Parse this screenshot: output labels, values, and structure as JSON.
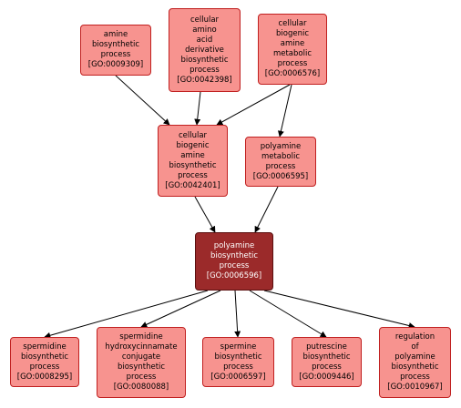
{
  "colors": {
    "node_fill": "#f7938f",
    "node_border": "#c02020",
    "focus_fill": "#9b2a2a",
    "focus_text": "#ffffff",
    "edge": "#000000"
  },
  "nodes": [
    {
      "id": "n_9309",
      "lines": [
        "amine",
        "biosynthetic",
        "process"
      ],
      "go_id": "[GO:0009309]"
    },
    {
      "id": "n_42398",
      "lines": [
        "cellular",
        "amino",
        "acid",
        "derivative",
        "biosynthetic",
        "process"
      ],
      "go_id": "[GO:0042398]"
    },
    {
      "id": "n_6576",
      "lines": [
        "cellular",
        "biogenic",
        "amine",
        "metabolic",
        "process"
      ],
      "go_id": "[GO:0006576]"
    },
    {
      "id": "n_42401",
      "lines": [
        "cellular",
        "biogenic",
        "amine",
        "biosynthetic",
        "process"
      ],
      "go_id": "[GO:0042401]"
    },
    {
      "id": "n_6595",
      "lines": [
        "polyamine",
        "metabolic",
        "process"
      ],
      "go_id": "[GO:0006595]"
    },
    {
      "id": "n_6596",
      "lines": [
        "polyamine",
        "biosynthetic",
        "process"
      ],
      "go_id": "[GO:0006596]",
      "focus": true
    },
    {
      "id": "n_8295",
      "lines": [
        "spermidine",
        "biosynthetic",
        "process"
      ],
      "go_id": "[GO:0008295]"
    },
    {
      "id": "n_80088",
      "lines": [
        "spermidine",
        "hydroxycinnamate",
        "conjugate",
        "biosynthetic",
        "process"
      ],
      "go_id": "[GO:0080088]"
    },
    {
      "id": "n_6597",
      "lines": [
        "spermine",
        "biosynthetic",
        "process"
      ],
      "go_id": "[GO:0006597]"
    },
    {
      "id": "n_9446",
      "lines": [
        "putrescine",
        "biosynthetic",
        "process"
      ],
      "go_id": "[GO:0009446]"
    },
    {
      "id": "n_10967",
      "lines": [
        "regulation",
        "of",
        "polyamine",
        "biosynthetic",
        "process"
      ],
      "go_id": "[GO:0010967]"
    }
  ],
  "edges": [
    {
      "from": "n_9309",
      "to": "n_42401"
    },
    {
      "from": "n_42398",
      "to": "n_42401"
    },
    {
      "from": "n_6576",
      "to": "n_42401"
    },
    {
      "from": "n_6576",
      "to": "n_6595"
    },
    {
      "from": "n_42401",
      "to": "n_6596"
    },
    {
      "from": "n_6595",
      "to": "n_6596"
    },
    {
      "from": "n_6596",
      "to": "n_8295"
    },
    {
      "from": "n_6596",
      "to": "n_80088"
    },
    {
      "from": "n_6596",
      "to": "n_6597"
    },
    {
      "from": "n_6596",
      "to": "n_9446"
    },
    {
      "from": "n_6596",
      "to": "n_10967"
    }
  ]
}
